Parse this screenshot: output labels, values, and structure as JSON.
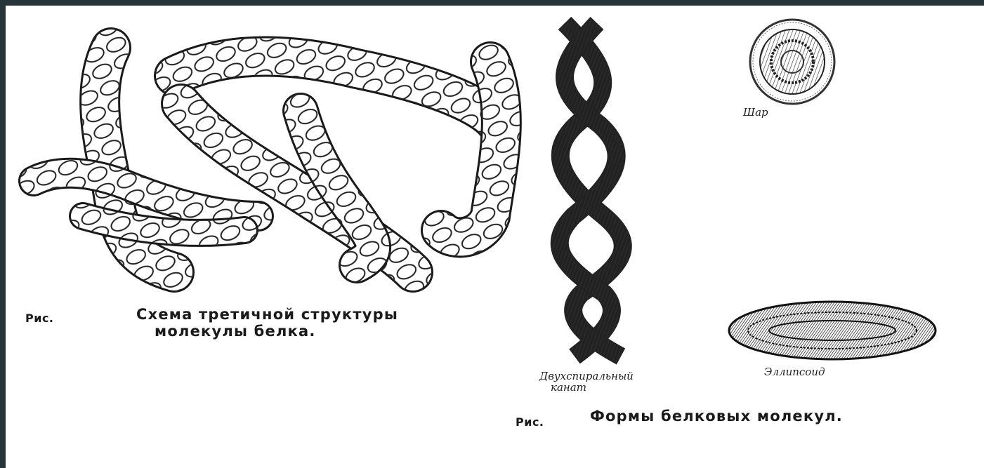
{
  "figure_left": {
    "label": "Рис.",
    "caption_line1": "Схема третичной структуры",
    "caption_line2": "молекулы белка."
  },
  "figure_right": {
    "label": "Рис.",
    "caption": "Формы белковых молекул.",
    "shapes": {
      "rope_line1": "Двухспиральный",
      "rope_line2": "канат",
      "sphere": "Шар",
      "ellipsoid": "Эллипсоид"
    }
  },
  "colors": {
    "frame": "#27343a",
    "paper": "#ffffff",
    "ink": "#1a1a1a"
  }
}
